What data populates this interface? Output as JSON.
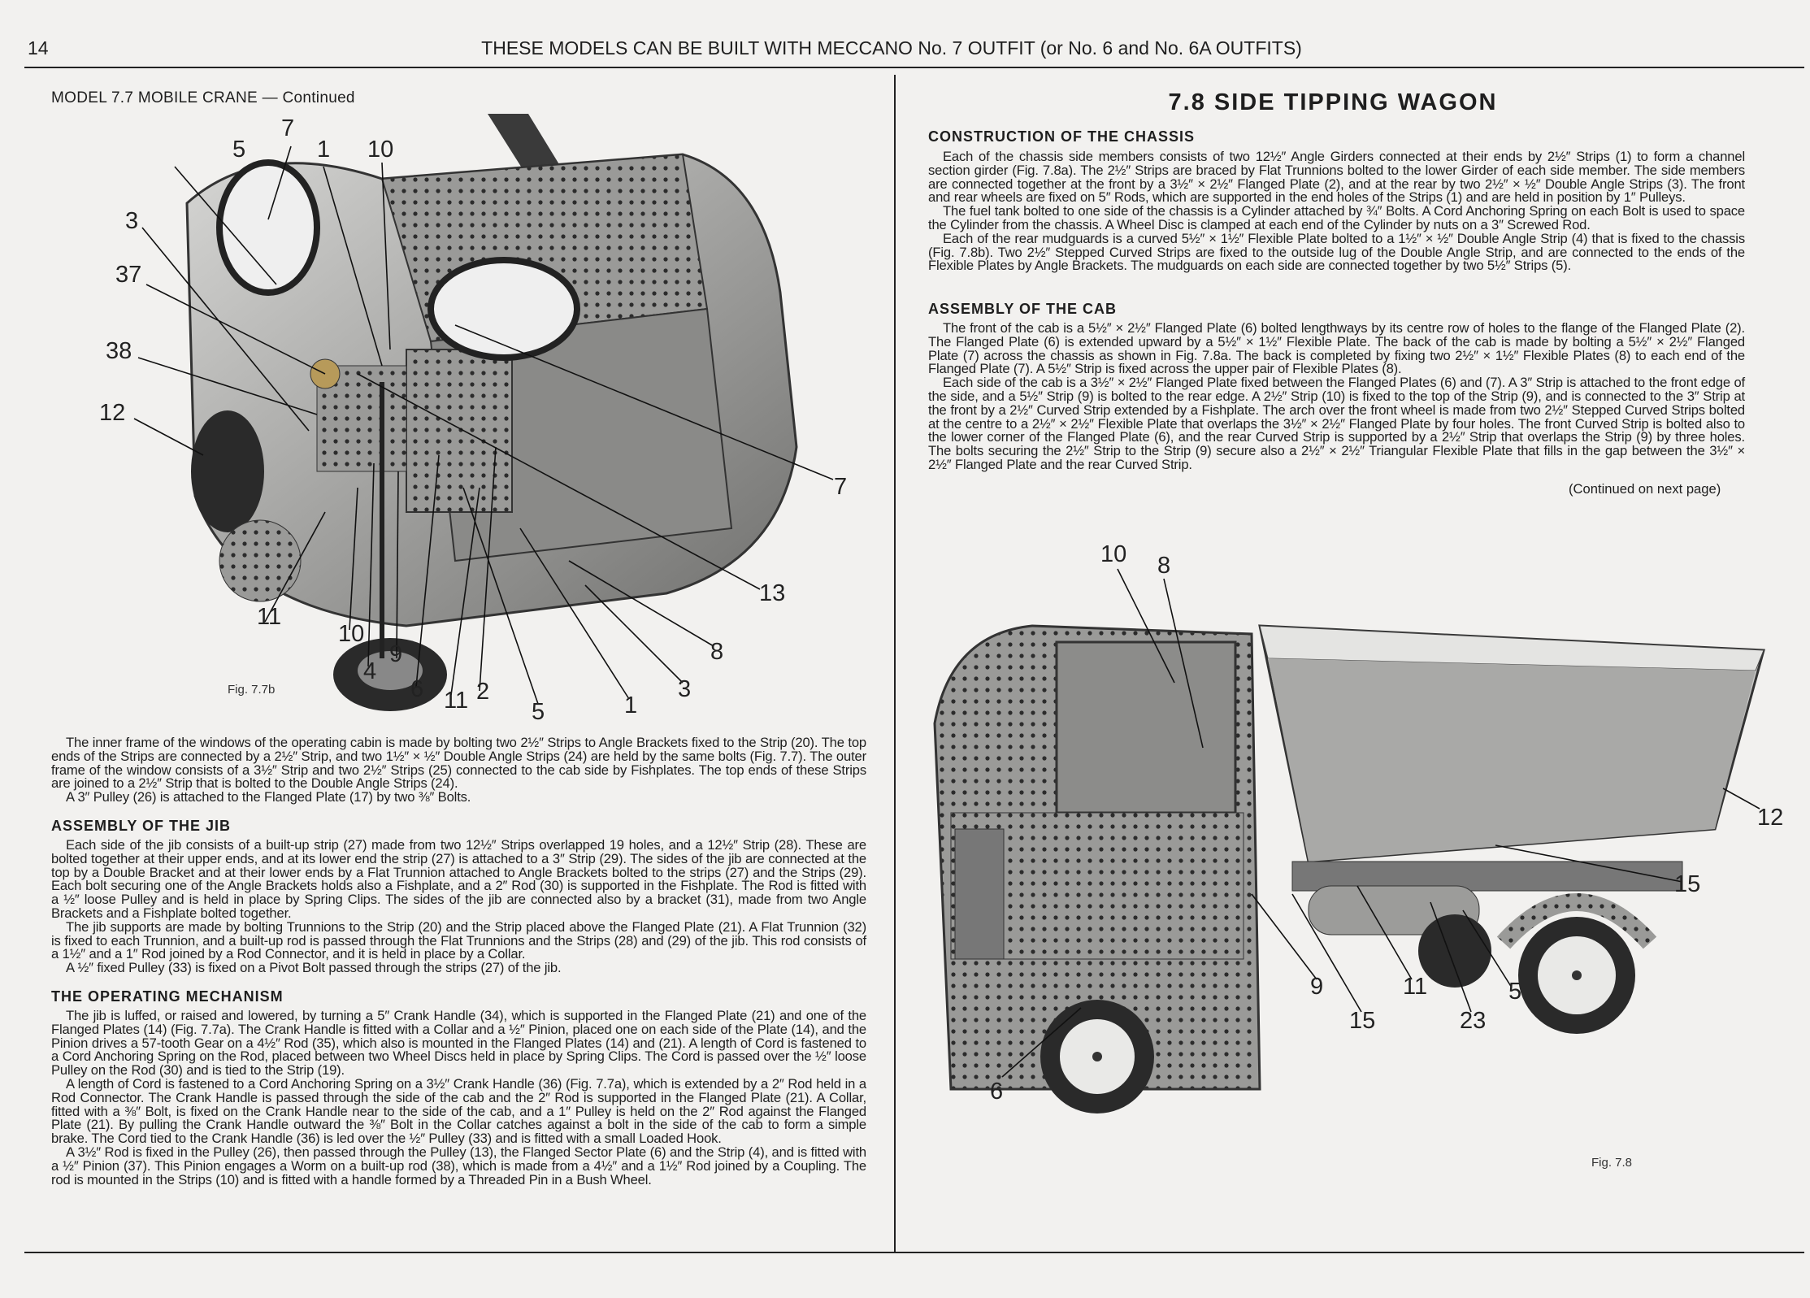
{
  "header": {
    "page_number": "14",
    "running_title": "THESE MODELS CAN BE BUILT WITH MECCANO No. 7 OUTFIT (or No. 6 and No. 6A OUTFITS)"
  },
  "left": {
    "subtitle": "MODEL 7.7  MOBILE CRANE — Continued",
    "figure_caption": "Fig. 7.7b",
    "callouts": [
      "5",
      "7",
      "1",
      "10",
      "3",
      "37",
      "38",
      "12",
      "7",
      "13",
      "8",
      "3",
      "1",
      "5",
      "2",
      "11",
      "6",
      "9",
      "4",
      "10",
      "11"
    ],
    "intro": [
      "The inner frame of the windows of the operating cabin is made by bolting two 2½″ Strips to Angle Brackets fixed to the Strip (20). The top ends of the Strips are connected by a 2½″ Strip, and two 1½″ × ½″ Double Angle Strips (24) are held by the same bolts (Fig. 7.7). The outer frame of the window consists of a 3½″ Strip and two 2½″ Strips (25) connected to the cab side by Fishplates. The top ends of these Strips are joined to a 2½″ Strip that is bolted to the Double Angle Strips (24).",
      "A 3″ Pulley (26) is attached to the Flanged Plate (17) by two ⅜″ Bolts."
    ],
    "jib_heading": "ASSEMBLY OF THE JIB",
    "jib": [
      "Each side of the jib consists of a built-up strip (27) made from two 12½″ Strips overlapped 19 holes, and a 12½″ Strip (28). These are bolted together at their upper ends, and at its lower end the strip (27) is attached to a 3″ Strip (29). The sides of the jib are connected at the top by a Double Bracket and at their lower ends by a Flat Trunnion attached to Angle Brackets bolted to the strips (27) and the Strips (29). Each bolt securing one of the Angle Brackets holds also a Fishplate, and a 2″ Rod (30) is supported in the Fishplate. The Rod is fitted with a ½″ loose Pulley and is held in place by Spring Clips. The sides of the jib are connected also by a bracket (31), made from two Angle Brackets and a Fishplate bolted together.",
      "The jib supports are made by bolting Trunnions to the Strip (20) and the Strip placed above the Flanged Plate (21). A Flat Trunnion (32) is fixed to each Trunnion, and a built-up rod is passed through the Flat Trunnions and the Strips (28) and (29) of the jib. This rod consists of a 1½″ and a 1″ Rod joined by a Rod Connector, and it is held in place by a Collar.",
      "A ½″ fixed Pulley (33) is fixed on a Pivot Bolt passed through the strips (27) of the jib."
    ],
    "mech_heading": "THE OPERATING MECHANISM",
    "mech": [
      "The jib is luffed, or raised and lowered, by turning a 5″ Crank Handle (34), which is supported in the Flanged Plate (21) and one of the Flanged Plates (14) (Fig. 7.7a). The Crank Handle is fitted with a Collar and a ½″ Pinion, placed one on each side of the Plate (14), and the Pinion drives a 57-tooth Gear on a 4½″ Rod (35), which also is mounted in the Flanged Plates (14) and (21). A length of Cord is fastened to a Cord Anchoring Spring on the Rod, placed between two Wheel Discs held in place by Spring Clips. The Cord is passed over the ½″ loose Pulley on the Rod (30) and is tied to the Strip (19).",
      "A length of Cord is fastened to a Cord Anchoring Spring on a 3½″ Crank Handle (36) (Fig. 7.7a), which is extended by a 2″ Rod held in a Rod Connector. The Crank Handle is passed through the side of the cab and the 2″ Rod is supported in the Flanged Plate (21). A Collar, fitted with a ⅜″ Bolt, is fixed on the Crank Handle near to the side of the cab, and a 1″ Pulley is held on the 2″ Rod against the Flanged Plate (21). By pulling the Crank Handle outward the ⅜″ Bolt in the Collar catches against a bolt in the side of the cab to form a simple brake. The Cord tied to the Crank Handle (36) is led over the ½″ Pulley (33) and is fitted with a small Loaded Hook.",
      "A 3½″ Rod is fixed in the Pulley (26), then passed through the Pulley (13), the Flanged Sector Plate (6) and the Strip (4), and is fitted with a ½″ Pinion (37). This Pinion engages a Worm on a built-up rod (38), which is made from a 4½″ and a 1½″ Rod joined by a Coupling. The rod is mounted in the Strips (10) and is fitted with a handle formed by a Threaded Pin in a Bush Wheel."
    ]
  },
  "right": {
    "title": "7.8  SIDE TIPPING WAGON",
    "chassis_heading": "CONSTRUCTION OF THE CHASSIS",
    "chassis": [
      "Each of the chassis side members consists of two 12½″ Angle Girders connected at their ends by 2½″ Strips (1) to form a channel section girder (Fig. 7.8a). The 2½″ Strips are braced by Flat Trunnions bolted to the lower Girder of each side member. The side members are connected together at the front by a 3½″ × 2½″ Flanged Plate (2), and at the rear by two 2½″ × ½″ Double Angle Strips (3). The front and rear wheels are fixed on 5″ Rods, which are supported in the end holes of the Strips (1) and are held in position by 1″ Pulleys.",
      "The fuel tank bolted to one side of the chassis is a Cylinder attached by ¾″ Bolts. A Cord Anchoring Spring on each Bolt is used to space the Cylinder from the chassis. A Wheel Disc is clamped at each end of the Cylinder by nuts on a 3″ Screwed Rod.",
      "Each of the rear mudguards is a curved 5½″ × 1½″ Flexible Plate bolted to a 1½″ × ½″ Double Angle Strip (4) that is fixed to the chassis (Fig. 7.8b). Two 2½″ Stepped Curved Strips are fixed to the outside lug of the Double Angle Strip, and are connected to the ends of the Flexible Plates by Angle Brackets. The mudguards on each side are connected together by two 5½″ Strips (5)."
    ],
    "cab_heading": "ASSEMBLY OF THE CAB",
    "cab": [
      "The front of the cab is a 5½″ × 2½″ Flanged Plate (6) bolted lengthways by its centre row of holes to the flange of the Flanged Plate (2). The Flanged Plate (6) is extended upward by a 5½″ × 1½″ Flexible Plate. The back of the cab is made by bolting a 5½″ × 2½″ Flanged Plate (7) across the chassis as shown in Fig. 7.8a. The back is completed by fixing two 2½″ × 1½″ Flexible Plates (8) to each end of the Flanged Plate (7). A 5½″ Strip is fixed across the upper pair of Flexible Plates (8).",
      "Each side of the cab is a 3½″ × 2½″ Flanged Plate fixed between the Flanged Plates (6) and (7). A 3″ Strip is attached to the front edge of the side, and a 5½″ Strip (9) is bolted to the rear edge. A 2½″ Strip (10) is fixed to the top of the Strip (9), and is connected to the 3″ Strip at the front by a 2½″ Curved Strip extended by a Fishplate. The arch over the front wheel is made from two 2½″ Stepped Curved Strips bolted at the centre to a 2½″ × 2½″ Flexible Plate that overlaps the 3½″ × 2½″ Flanged Plate by four holes. The front Curved Strip is bolted also to the lower corner of the Flanged Plate (6), and the rear Curved Strip is supported by a 2½″ Strip that overlaps the Strip (9) by three holes. The bolts securing the 2½″ Strip to the Strip (9) secure also a 2½″ × 2½″ Triangular Flexible Plate that fills in the gap between the 3½″ × 2½″ Flanged Plate and the rear Curved Strip."
    ],
    "continued": "(Continued on next page)",
    "figure_caption": "Fig. 7.8",
    "callouts": [
      "10",
      "8",
      "12",
      "15",
      "9",
      "15",
      "11",
      "23",
      "5",
      "6"
    ]
  }
}
